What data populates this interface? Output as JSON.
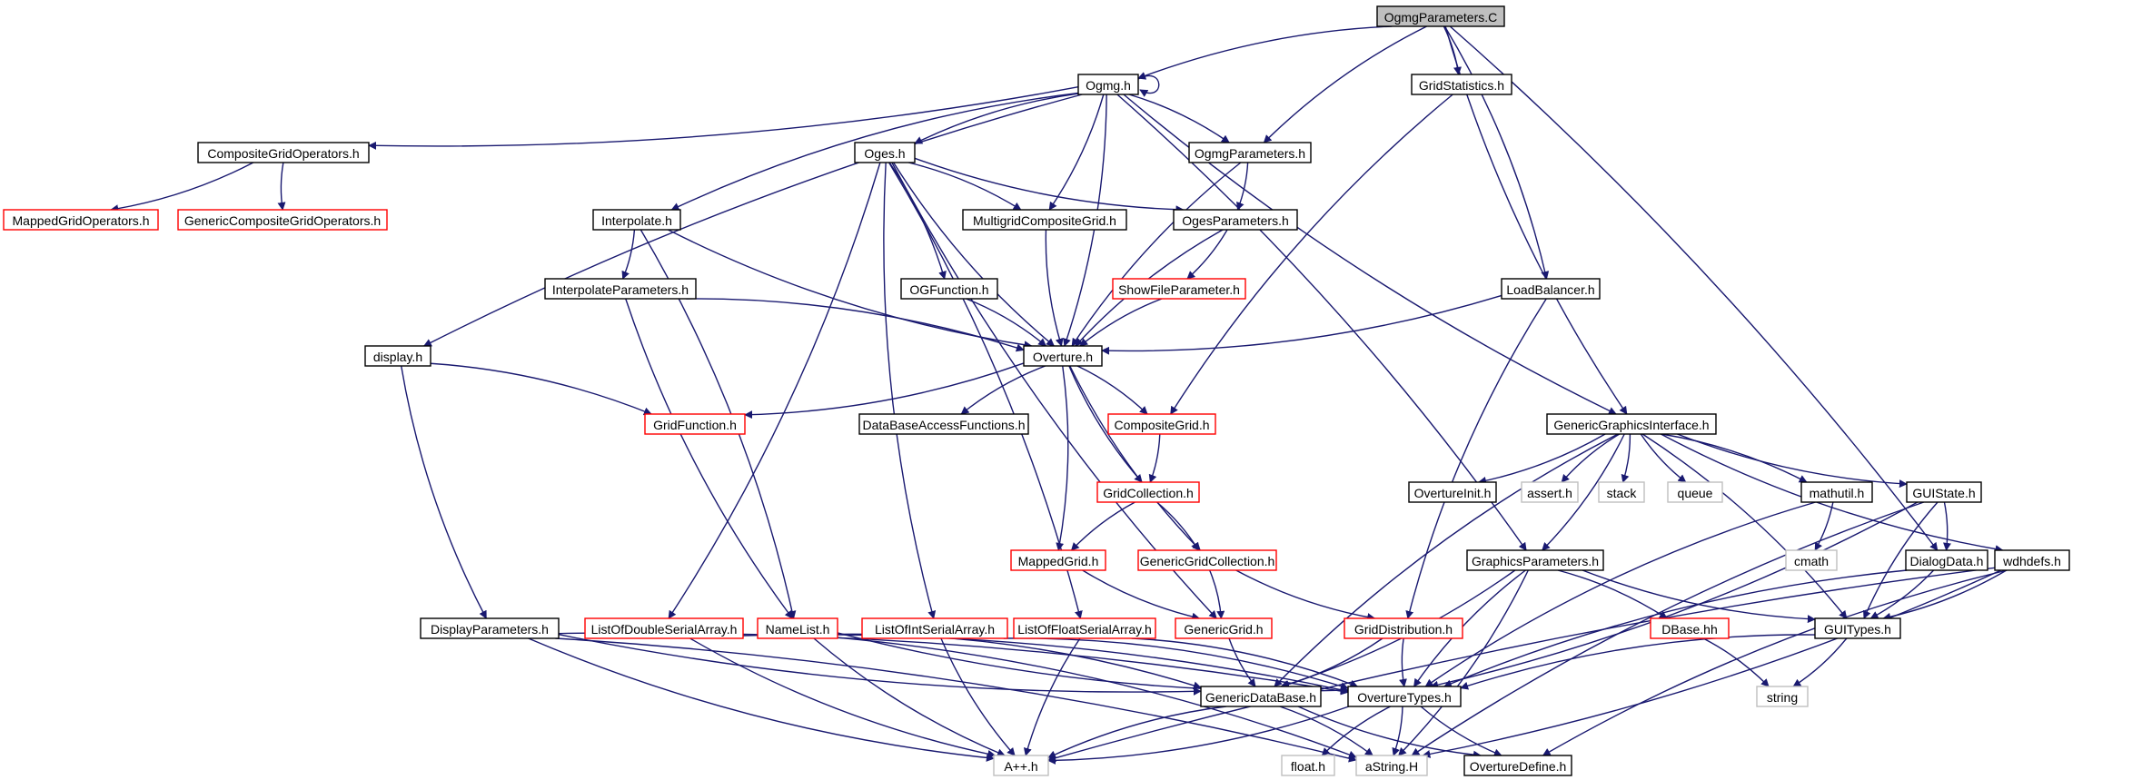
{
  "colors": {
    "edge": "#191970",
    "root_fill": "#bfbfbf",
    "root_border": "#000000",
    "documented_border": "#000000",
    "incomplete_border": "#ff0000",
    "system_border": "#bfbfbf",
    "node_fill": "#ffffff"
  },
  "graph": {
    "nodes": [
      {
        "id": "ogmgparams_c",
        "label": "OgmgParameters.C",
        "kind": "root"
      },
      {
        "id": "ogmg_h",
        "label": "Ogmg.h",
        "kind": "documented"
      },
      {
        "id": "gridstats_h",
        "label": "GridStatistics.h",
        "kind": "documented"
      },
      {
        "id": "cgops_h",
        "label": "CompositeGridOperators.h",
        "kind": "documented"
      },
      {
        "id": "oges_h",
        "label": "Oges.h",
        "kind": "documented"
      },
      {
        "id": "ogmgparameters_h",
        "label": "OgmgParameters.h",
        "kind": "documented"
      },
      {
        "id": "mappedgridops_h",
        "label": "MappedGridOperators.h",
        "kind": "incomplete"
      },
      {
        "id": "genericcgops_h",
        "label": "GenericCompositeGridOperators.h",
        "kind": "incomplete"
      },
      {
        "id": "interpolate_h",
        "label": "Interpolate.h",
        "kind": "documented"
      },
      {
        "id": "multigridcg_h",
        "label": "MultigridCompositeGrid.h",
        "kind": "documented"
      },
      {
        "id": "ogesparams_h",
        "label": "OgesParameters.h",
        "kind": "documented"
      },
      {
        "id": "interpparams_h",
        "label": "InterpolateParameters.h",
        "kind": "documented"
      },
      {
        "id": "ogfunction_h",
        "label": "OGFunction.h",
        "kind": "documented"
      },
      {
        "id": "showfileparam_h",
        "label": "ShowFileParameter.h",
        "kind": "incomplete"
      },
      {
        "id": "loadbalancer_h",
        "label": "LoadBalancer.h",
        "kind": "documented"
      },
      {
        "id": "display_h",
        "label": "display.h",
        "kind": "documented"
      },
      {
        "id": "overture_h",
        "label": "Overture.h",
        "kind": "documented"
      },
      {
        "id": "gridfunction_h",
        "label": "GridFunction.h",
        "kind": "incomplete"
      },
      {
        "id": "dbaccess_h",
        "label": "DataBaseAccessFunctions.h",
        "kind": "documented"
      },
      {
        "id": "compositegrid_h",
        "label": "CompositeGrid.h",
        "kind": "incomplete"
      },
      {
        "id": "ggi_h",
        "label": "GenericGraphicsInterface.h",
        "kind": "documented"
      },
      {
        "id": "gridcollection_h",
        "label": "GridCollection.h",
        "kind": "incomplete"
      },
      {
        "id": "overtureinit_h",
        "label": "OvertureInit.h",
        "kind": "documented"
      },
      {
        "id": "assert_h",
        "label": "assert.h",
        "kind": "system"
      },
      {
        "id": "stack",
        "label": "stack",
        "kind": "system"
      },
      {
        "id": "queue",
        "label": "queue",
        "kind": "system"
      },
      {
        "id": "mathutil_h",
        "label": "mathutil.h",
        "kind": "documented"
      },
      {
        "id": "guistate_h",
        "label": "GUIState.h",
        "kind": "documented"
      },
      {
        "id": "mappedgrid_h",
        "label": "MappedGrid.h",
        "kind": "incomplete"
      },
      {
        "id": "gengridcollection_h",
        "label": "GenericGridCollection.h",
        "kind": "incomplete"
      },
      {
        "id": "graphicsparams_h",
        "label": "GraphicsParameters.h",
        "kind": "documented"
      },
      {
        "id": "cmath",
        "label": "cmath",
        "kind": "system"
      },
      {
        "id": "dialogdata_h",
        "label": "DialogData.h",
        "kind": "documented"
      },
      {
        "id": "wdhdefs_h",
        "label": "wdhdefs.h",
        "kind": "documented"
      },
      {
        "id": "displayparams_h",
        "label": "DisplayParameters.h",
        "kind": "documented"
      },
      {
        "id": "lodsa_h",
        "label": "ListOfDoubleSerialArray.h",
        "kind": "incomplete"
      },
      {
        "id": "namelist_h",
        "label": "NameList.h",
        "kind": "incomplete"
      },
      {
        "id": "loisa_h",
        "label": "ListOfIntSerialArray.h",
        "kind": "incomplete"
      },
      {
        "id": "lofsa_h",
        "label": "ListOfFloatSerialArray.h",
        "kind": "incomplete"
      },
      {
        "id": "genericgrid_h",
        "label": "GenericGrid.h",
        "kind": "incomplete"
      },
      {
        "id": "griddistribution_h",
        "label": "GridDistribution.h",
        "kind": "incomplete"
      },
      {
        "id": "dbase_hh",
        "label": "DBase.hh",
        "kind": "incomplete"
      },
      {
        "id": "guitypes_h",
        "label": "GUITypes.h",
        "kind": "documented"
      },
      {
        "id": "genericdatabase_h",
        "label": "GenericDataBase.h",
        "kind": "documented"
      },
      {
        "id": "overturetypes_h",
        "label": "OvertureTypes.h",
        "kind": "documented"
      },
      {
        "id": "string",
        "label": "string",
        "kind": "system"
      },
      {
        "id": "appp_h",
        "label": "A++.h",
        "kind": "system"
      },
      {
        "id": "float_h",
        "label": "float.h",
        "kind": "system"
      },
      {
        "id": "astring_h",
        "label": "aString.H",
        "kind": "system"
      },
      {
        "id": "overturedefine_h",
        "label": "OvertureDefine.h",
        "kind": "documented"
      }
    ],
    "edges": [
      [
        "ogmgparams_c",
        "ogmg_h"
      ],
      [
        "ogmgparams_c",
        "gridstats_h"
      ],
      [
        "ogmgparams_c",
        "ogmgparameters_h"
      ],
      [
        "ogmgparams_c",
        "loadbalancer_h"
      ],
      [
        "ogmgparams_c",
        "ggi_h"
      ],
      [
        "ogmgparams_c",
        "dialogdata_h"
      ],
      [
        "ogmg_h",
        "ogmg_h"
      ],
      [
        "ogmg_h",
        "cgops_h"
      ],
      [
        "ogmg_h",
        "oges_h"
      ],
      [
        "ogmg_h",
        "ogmgparameters_h"
      ],
      [
        "ogmg_h",
        "interpolate_h"
      ],
      [
        "ogmg_h",
        "multigridcg_h"
      ],
      [
        "ogmg_h",
        "display_h"
      ],
      [
        "ogmg_h",
        "overture_h"
      ],
      [
        "ogmg_h",
        "ggi_h"
      ],
      [
        "ogmg_h",
        "graphicsparams_h"
      ],
      [
        "gridstats_h",
        "compositegrid_h"
      ],
      [
        "cgops_h",
        "mappedgridops_h"
      ],
      [
        "cgops_h",
        "genericcgops_h"
      ],
      [
        "oges_h",
        "multigridcg_h"
      ],
      [
        "oges_h",
        "ogesparams_h"
      ],
      [
        "oges_h",
        "ogfunction_h"
      ],
      [
        "oges_h",
        "overture_h"
      ],
      [
        "oges_h",
        "lodsa_h"
      ],
      [
        "oges_h",
        "loisa_h"
      ],
      [
        "oges_h",
        "lofsa_h"
      ],
      [
        "oges_h",
        "genericgrid_h"
      ],
      [
        "ogmgparameters_h",
        "ogesparams_h"
      ],
      [
        "ogmgparameters_h",
        "overture_h"
      ],
      [
        "interpolate_h",
        "interpparams_h"
      ],
      [
        "interpolate_h",
        "overture_h"
      ],
      [
        "interpolate_h",
        "namelist_h"
      ],
      [
        "multigridcg_h",
        "overture_h"
      ],
      [
        "ogesparams_h",
        "showfileparam_h"
      ],
      [
        "ogesparams_h",
        "overture_h"
      ],
      [
        "interpparams_h",
        "overture_h"
      ],
      [
        "interpparams_h",
        "namelist_h"
      ],
      [
        "ogfunction_h",
        "overture_h"
      ],
      [
        "showfileparam_h",
        "overture_h"
      ],
      [
        "loadbalancer_h",
        "overture_h"
      ],
      [
        "loadbalancer_h",
        "griddistribution_h"
      ],
      [
        "display_h",
        "gridfunction_h"
      ],
      [
        "display_h",
        "displayparams_h"
      ],
      [
        "overture_h",
        "gridfunction_h"
      ],
      [
        "overture_h",
        "dbaccess_h"
      ],
      [
        "overture_h",
        "compositegrid_h"
      ],
      [
        "overture_h",
        "gridcollection_h"
      ],
      [
        "overture_h",
        "mappedgrid_h"
      ],
      [
        "overture_h",
        "gengridcollection_h"
      ],
      [
        "compositegrid_h",
        "gridcollection_h"
      ],
      [
        "gridcollection_h",
        "mappedgrid_h"
      ],
      [
        "gridcollection_h",
        "gengridcollection_h"
      ],
      [
        "mappedgrid_h",
        "genericgrid_h"
      ],
      [
        "gengridcollection_h",
        "genericgrid_h"
      ],
      [
        "gengridcollection_h",
        "griddistribution_h"
      ],
      [
        "ggi_h",
        "overtureinit_h"
      ],
      [
        "ggi_h",
        "assert_h"
      ],
      [
        "ggi_h",
        "stack"
      ],
      [
        "ggi_h",
        "queue"
      ],
      [
        "ggi_h",
        "mathutil_h"
      ],
      [
        "ggi_h",
        "guistate_h"
      ],
      [
        "ggi_h",
        "graphicsparams_h"
      ],
      [
        "ggi_h",
        "genericdatabase_h"
      ],
      [
        "ggi_h",
        "guitypes_h"
      ],
      [
        "ggi_h",
        "wdhdefs_h"
      ],
      [
        "mathutil_h",
        "cmath"
      ],
      [
        "mathutil_h",
        "overturetypes_h"
      ],
      [
        "guistate_h",
        "dialogdata_h"
      ],
      [
        "guistate_h",
        "guitypes_h"
      ],
      [
        "guistate_h",
        "overturetypes_h"
      ],
      [
        "guistate_h",
        "astring_h"
      ],
      [
        "dialogdata_h",
        "guitypes_h"
      ],
      [
        "dialogdata_h",
        "overturetypes_h"
      ],
      [
        "wdhdefs_h",
        "guitypes_h"
      ],
      [
        "wdhdefs_h",
        "appp_h"
      ],
      [
        "wdhdefs_h",
        "astring_h"
      ],
      [
        "wdhdefs_h",
        "overturedefine_h"
      ],
      [
        "graphicsparams_h",
        "dbase_hh"
      ],
      [
        "graphicsparams_h",
        "guitypes_h"
      ],
      [
        "graphicsparams_h",
        "genericdatabase_h"
      ],
      [
        "graphicsparams_h",
        "overturetypes_h"
      ],
      [
        "graphicsparams_h",
        "astring_h"
      ],
      [
        "displayparams_h",
        "genericdatabase_h"
      ],
      [
        "displayparams_h",
        "overturetypes_h"
      ],
      [
        "displayparams_h",
        "appp_h"
      ],
      [
        "displayparams_h",
        "astring_h"
      ],
      [
        "lodsa_h",
        "appp_h"
      ],
      [
        "lodsa_h",
        "overturetypes_h"
      ],
      [
        "namelist_h",
        "appp_h"
      ],
      [
        "namelist_h",
        "genericdatabase_h"
      ],
      [
        "namelist_h",
        "overturetypes_h"
      ],
      [
        "namelist_h",
        "astring_h"
      ],
      [
        "loisa_h",
        "appp_h"
      ],
      [
        "loisa_h",
        "overturetypes_h"
      ],
      [
        "lofsa_h",
        "appp_h"
      ],
      [
        "lofsa_h",
        "overturetypes_h"
      ],
      [
        "genericgrid_h",
        "genericdatabase_h"
      ],
      [
        "griddistribution_h",
        "genericdatabase_h"
      ],
      [
        "griddistribution_h",
        "overturetypes_h"
      ],
      [
        "dbase_hh",
        "string"
      ],
      [
        "guitypes_h",
        "overturetypes_h"
      ],
      [
        "guitypes_h",
        "string"
      ],
      [
        "genericdatabase_h",
        "appp_h"
      ],
      [
        "genericdatabase_h",
        "astring_h"
      ],
      [
        "genericdatabase_h",
        "overturedefine_h"
      ],
      [
        "overturetypes_h",
        "appp_h"
      ],
      [
        "overturetypes_h",
        "float_h"
      ],
      [
        "overturetypes_h",
        "astring_h"
      ],
      [
        "overturetypes_h",
        "overturedefine_h"
      ]
    ]
  }
}
